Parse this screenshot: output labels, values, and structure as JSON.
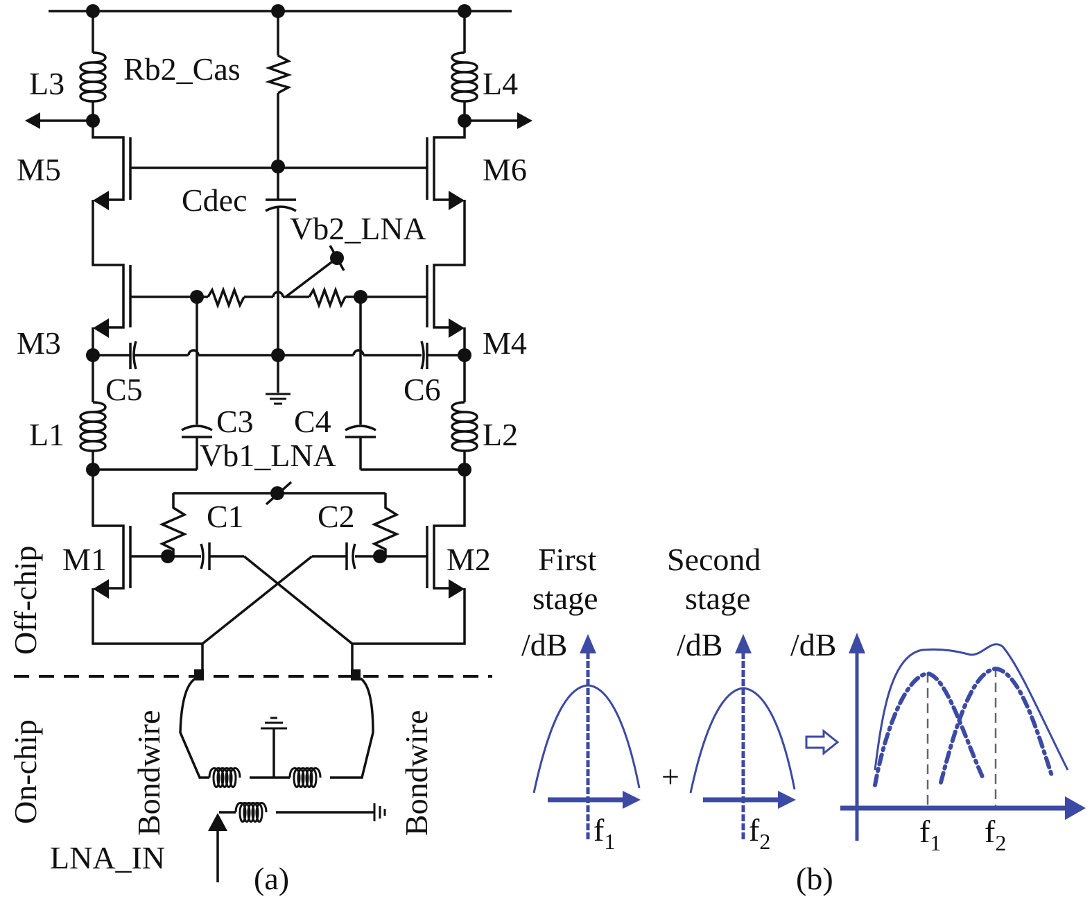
{
  "figure": {
    "panel_a_caption": "(a)",
    "panel_b_caption": "(b)",
    "region_labels": {
      "off_chip": "Off-chip",
      "on_chip": "On-chip"
    },
    "components": {
      "L3": "L3",
      "L4": "L4",
      "Rb2": "Rb2_Cas",
      "M5": "M5",
      "M6": "M6",
      "Cdec": "Cdec",
      "Vb2": "Vb2_LNA",
      "M3": "M3",
      "M4": "M4",
      "C5": "C5",
      "C6": "C6",
      "L1": "L1",
      "L2": "L2",
      "C3": "C3",
      "C4": "C4",
      "Vb1": "Vb1_LNA",
      "C1": "C1",
      "C2": "C2",
      "M1": "M1",
      "M2": "M2",
      "bondwire_left": "Bondwire",
      "bondwire_right": "Bondwire",
      "input": "LNA_IN"
    },
    "colors": {
      "wire": "#111111",
      "plot": "#3c4aa3",
      "guide": "#666666"
    }
  },
  "chart_data": [
    {
      "type": "line",
      "title": "First stage",
      "ylabel": "/dB",
      "x_tick_labels": [
        {
          "base": "f",
          "sub": "1"
        }
      ],
      "series": [
        {
          "name": "first stage gain",
          "style": "solid",
          "peak_at": "f1",
          "shape": "bandpass"
        }
      ]
    },
    {
      "type": "line",
      "title": "Second stage",
      "ylabel": "/dB",
      "x_tick_labels": [
        {
          "base": "f",
          "sub": "2"
        }
      ],
      "series": [
        {
          "name": "second stage gain",
          "style": "solid",
          "peak_at": "f2",
          "shape": "bandpass"
        }
      ]
    },
    {
      "type": "line",
      "title": "",
      "ylabel": "/dB",
      "x_tick_labels": [
        {
          "base": "f",
          "sub": "1"
        },
        {
          "base": "f",
          "sub": "2"
        }
      ],
      "series": [
        {
          "name": "combined response",
          "style": "solid",
          "shape": "wideband"
        },
        {
          "name": "first stage",
          "style": "dash-dot",
          "peak_at": "f1"
        },
        {
          "name": "second stage",
          "style": "dash-dot",
          "peak_at": "f2"
        }
      ]
    }
  ],
  "operators": {
    "plus": "+",
    "arrow": "⇨"
  }
}
